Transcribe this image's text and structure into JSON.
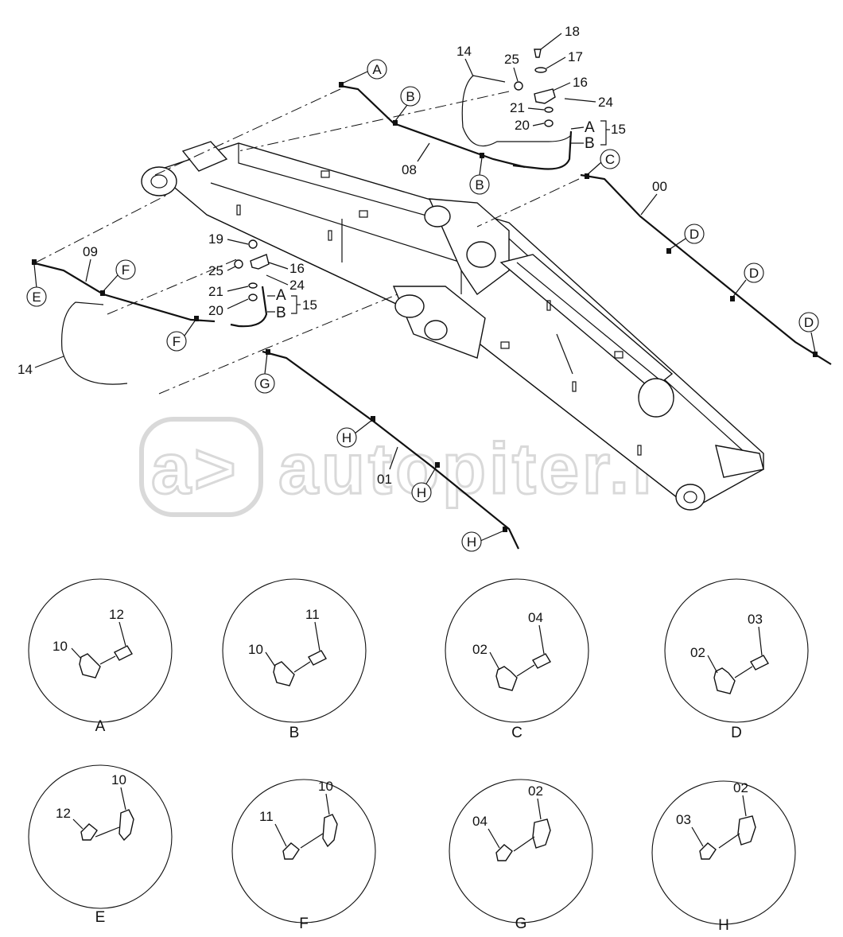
{
  "watermark": {
    "glyph": "a>",
    "text": "autopiter.ru"
  },
  "refs": {
    "A": "A",
    "B": "B",
    "C": "C",
    "D": "D",
    "E": "E",
    "F": "F",
    "G": "G",
    "H": "H"
  },
  "parts": {
    "p00": "00",
    "p01": "01",
    "p02": "02",
    "p03": "03",
    "p04": "04",
    "p08": "08",
    "p09": "09",
    "p10": "10",
    "p11": "11",
    "p12": "12",
    "p14": "14",
    "p15": "15",
    "p16": "16",
    "p17": "17",
    "p18": "18",
    "p19": "19",
    "p20": "20",
    "p21": "21",
    "p24": "24",
    "p25": "25"
  },
  "details": [
    {
      "id": "A",
      "clamp": "10",
      "bolt": "12"
    },
    {
      "id": "B",
      "clamp": "10",
      "bolt": "11"
    },
    {
      "id": "C",
      "clamp": "02",
      "bolt": "04"
    },
    {
      "id": "D",
      "clamp": "02",
      "bolt": "03"
    },
    {
      "id": "E",
      "clamp": "10",
      "bolt": "12"
    },
    {
      "id": "F",
      "clamp": "10",
      "bolt": "11"
    },
    {
      "id": "G",
      "clamp": "02",
      "bolt": "04"
    },
    {
      "id": "H",
      "clamp": "02",
      "bolt": "03"
    }
  ]
}
